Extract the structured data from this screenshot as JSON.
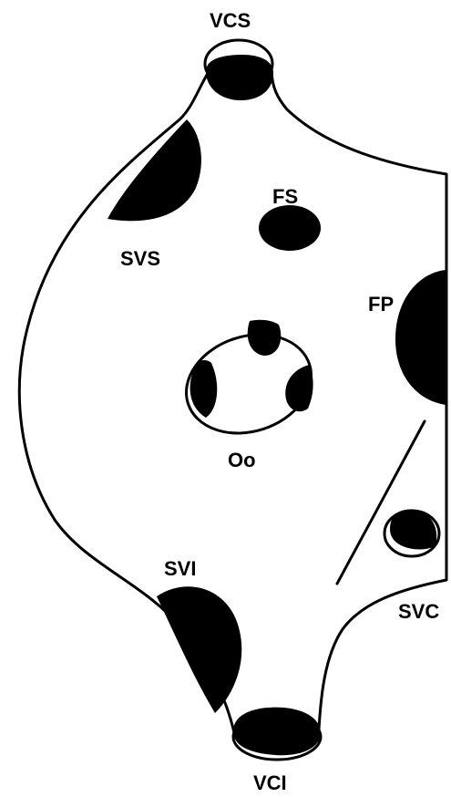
{
  "labels": {
    "vcs": "VCS",
    "fs": "FS",
    "svs": "SVS",
    "fp": "FP",
    "oo": "Oo",
    "svi": "SVI",
    "svc": "SVC",
    "vci": "VCI"
  },
  "colors": {
    "stroke": "#000000",
    "fill": "#000000",
    "background": "#ffffff"
  }
}
